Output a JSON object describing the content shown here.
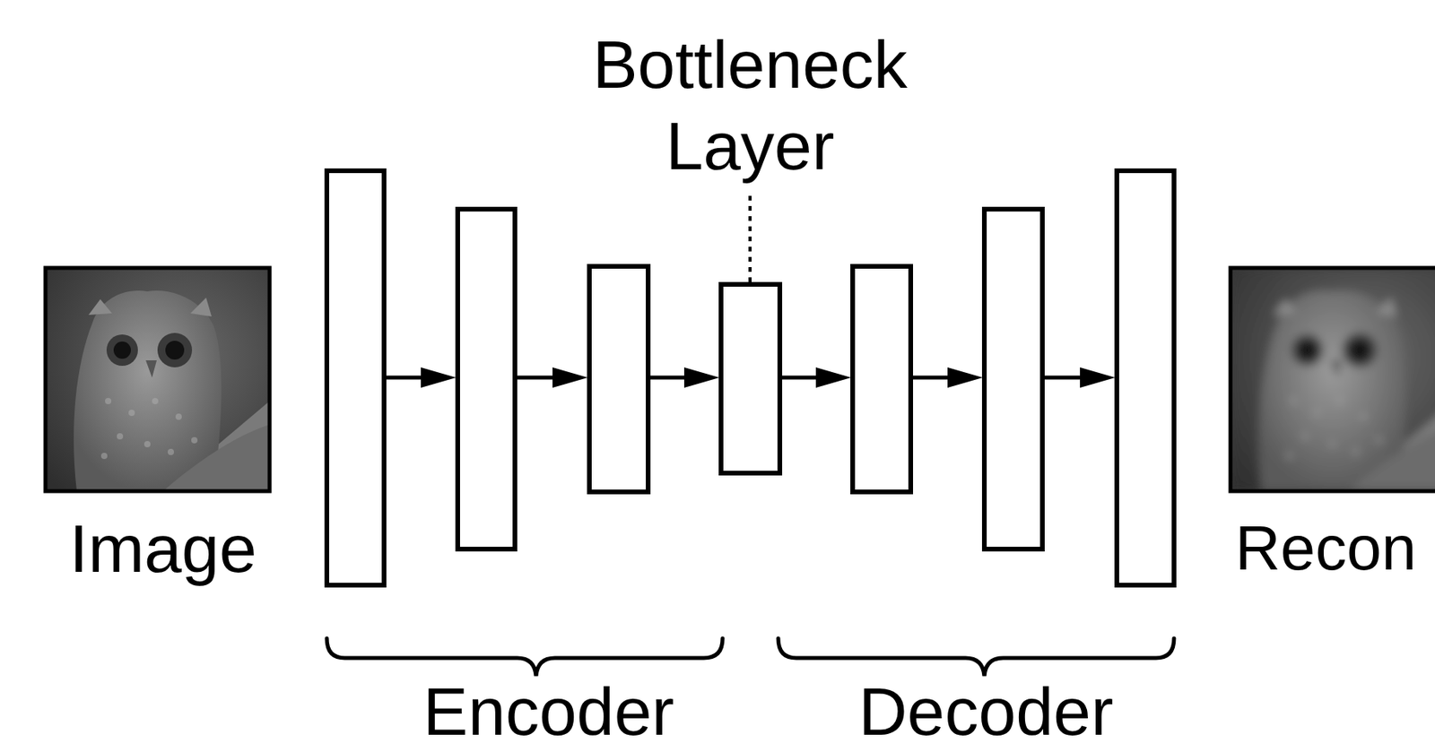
{
  "diagram": {
    "labels": [
      "Bottleneck Layer",
      "Image",
      "Recon",
      "Encoder",
      "Decoder"
    ]
  }
}
